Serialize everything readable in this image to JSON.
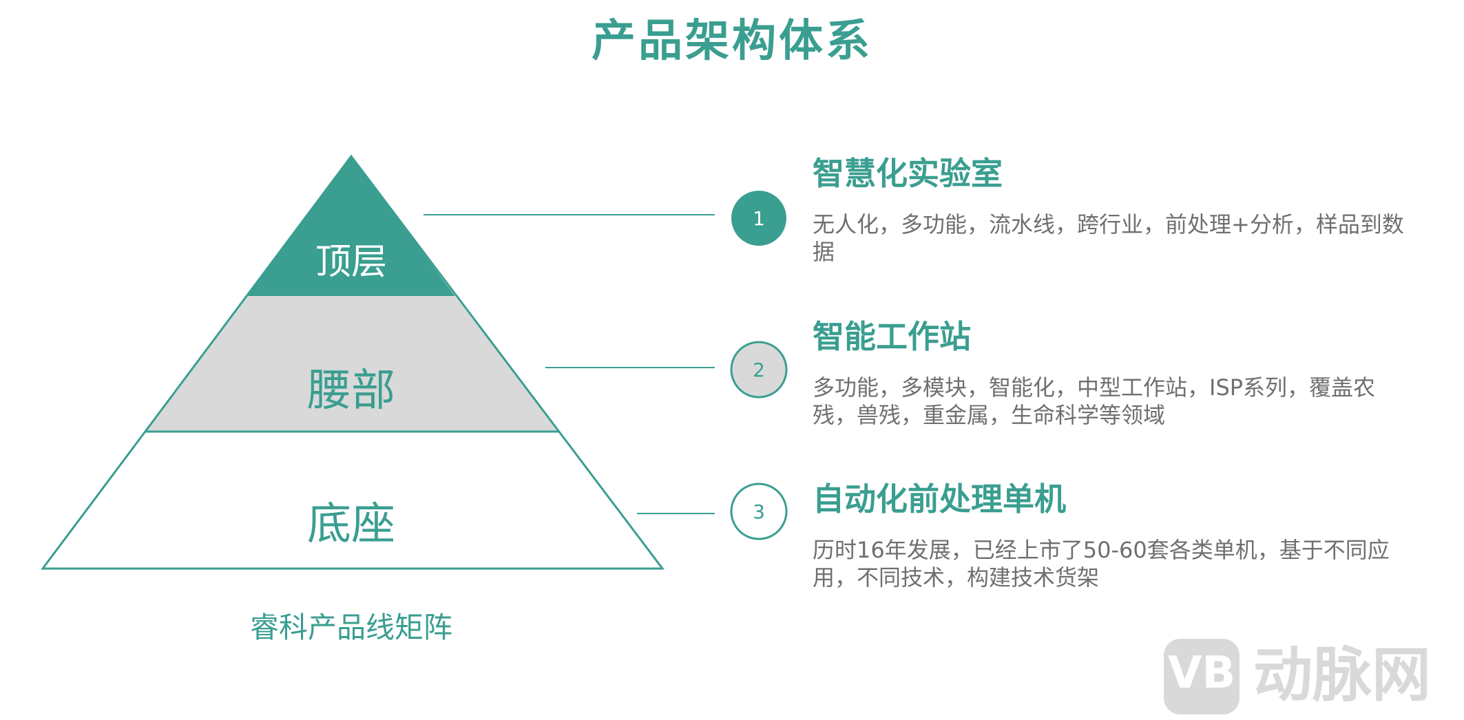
{
  "title": "产品架构体系",
  "pyramid": {
    "tiers": {
      "top": "顶层",
      "middle": "腰部",
      "base": "底座"
    },
    "caption": "睿科产品线矩阵"
  },
  "sections": [
    {
      "number": "1",
      "title": "智慧化实验室",
      "description": "无人化，多功能，流水线，跨行业，前处理+分析，样品到数据"
    },
    {
      "number": "2",
      "title": "智能工作站",
      "description": "多功能，多模块，智能化，中型工作站，ISP系列，覆盖农残，兽残，重金属，生命科学等领域"
    },
    {
      "number": "3",
      "title": "自动化前处理单机",
      "description": "历时16年发展，已经上市了50-60套各类单机，基于不同应用，不同技术，构建技术货架"
    }
  ],
  "watermark": {
    "logo": "VB",
    "text": "动脉网"
  },
  "colors": {
    "accent": "#3a9e90",
    "middle_tier_fill": "#d9d9d9",
    "text_gray": "#6f6f6f"
  }
}
